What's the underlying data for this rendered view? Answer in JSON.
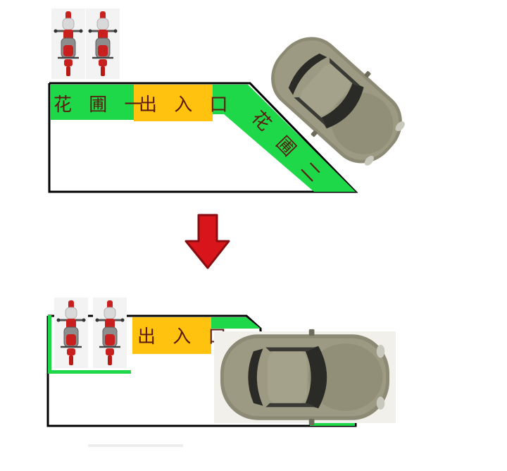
{
  "labels": {
    "garden_one": "花 圃 一",
    "entrance": "出 入 口",
    "garden_two": "花 圃 二"
  },
  "colors": {
    "garden_green": "#1ed84a",
    "entrance_yellow": "#ffc20e",
    "arrow_red": "#d8151b",
    "arrow_dark": "#8a0c10",
    "label_text": "#5a1a0e",
    "car_body": "#8c8a74",
    "car_glass": "#2a2a26",
    "bike_red": "#c8201e",
    "outline": "#000000"
  },
  "icons": {
    "car": "car-top-view-icon",
    "motorcycle": "motorcycle-top-view-icon",
    "arrow": "arrow-down-icon"
  }
}
